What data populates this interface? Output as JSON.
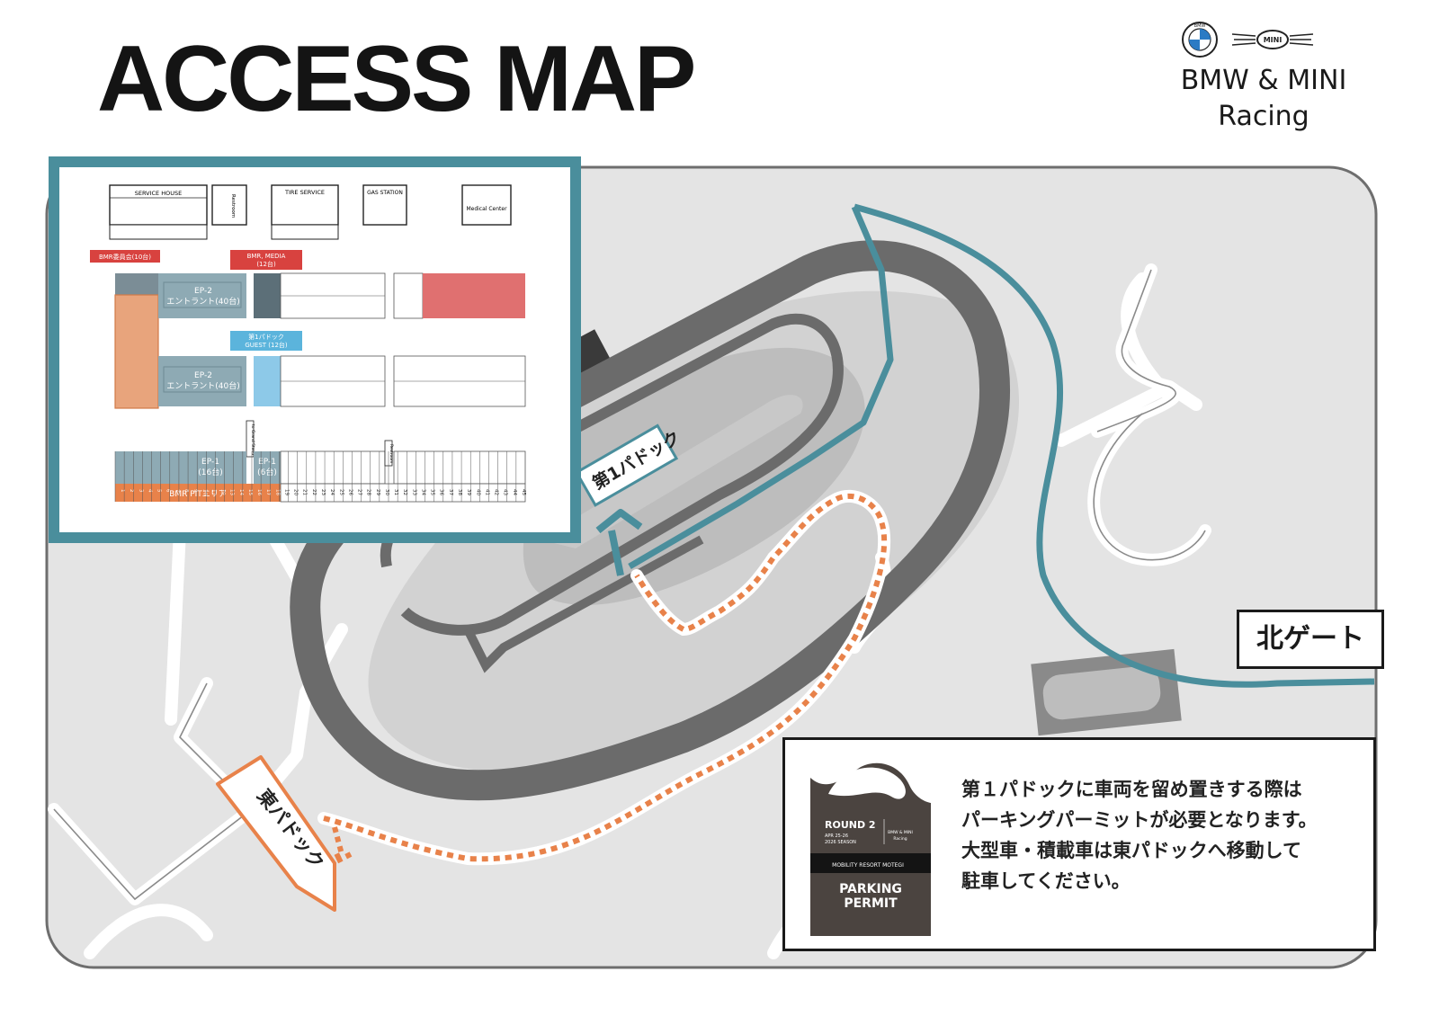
{
  "title": "ACCESS MAP",
  "brand": {
    "line1": "BMW & MINI",
    "line2": "Racing",
    "bmw_logo_text": "BMW",
    "mini_logo_text": "MINI"
  },
  "labels": {
    "north_gate": "北ゲート",
    "paddock1": "第1パドック",
    "east_paddock": "東パドック"
  },
  "inset": {
    "buildings": {
      "service_house": "SERVICE HOUSE",
      "restroom": "Restroom",
      "tire_service": "TIRE SERVICE",
      "gas_station": "GAS STATION",
      "medical_center": "Medical Center"
    },
    "tags": {
      "bmr_committee": "BMR委員会(10台)",
      "bmr_media_1": "BMR, MEDIA",
      "bmr_media_2": "(12台)",
      "guest_1": "第1パドック",
      "guest_2": "GUEST (12台)"
    },
    "zones": {
      "ep2": "EP-2",
      "ep2_entrants": "エントラント(40台)",
      "ep1": "EP-1",
      "ep1_count_a": "(16台)",
      "ep1_count_b": "(6台)",
      "bmr_pit": "BMR PITエリア",
      "grand_stand": "to Grand Stand",
      "restroom2": "Restroom"
    },
    "pit_numbers": [
      "1",
      "2",
      "3",
      "4",
      "5",
      "6",
      "7",
      "8",
      "9",
      "10",
      "11",
      "12",
      "13",
      "14",
      "15",
      "16",
      "17",
      "18",
      "19",
      "20",
      "21",
      "22",
      "23",
      "24",
      "25",
      "26",
      "27",
      "28",
      "29",
      "30",
      "31",
      "32",
      "33",
      "34",
      "35",
      "36",
      "37",
      "38",
      "39",
      "40",
      "41",
      "42",
      "43",
      "44",
      "45"
    ]
  },
  "notice": {
    "lines": [
      "第１パドックに車両を留め置きする際は",
      "パーキングパーミットが必要となります。",
      "大型車・積載車は東パドックへ移動して",
      "駐車してください。"
    ],
    "permit": {
      "round": "ROUND 2",
      "dates": "APR 25-26",
      "season": "2026 SEASON",
      "brand": "BMW & MINI",
      "brand2": "Racing",
      "venue": "MOBILITY RESORT MOTEGI",
      "parking": "PARKING",
      "permit": "PERMIT"
    }
  },
  "colors": {
    "teal": "#4a8e9c",
    "orange": "#e8824a",
    "red": "#d85a5a",
    "grey_track": "#6b6b6b",
    "grey_land": "#e4e4e4"
  }
}
